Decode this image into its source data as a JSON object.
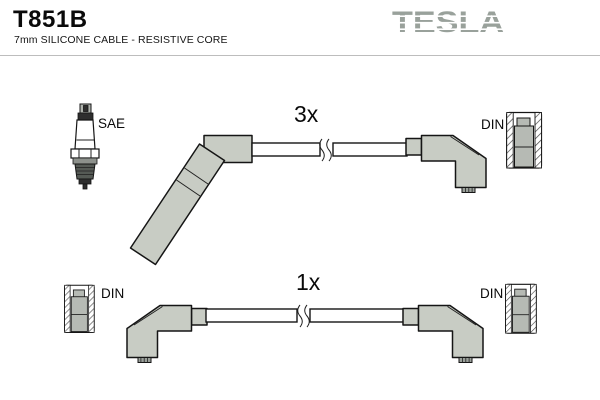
{
  "header": {
    "part_number": "T851B",
    "subtitle": "7mm SILICONE CABLE - RESISTIVE CORE",
    "brand": "TESLA"
  },
  "colors": {
    "boot_gray": "#c8ccc4",
    "inner_gray": "#b6bab4",
    "tip_gray": "#9aa09a",
    "brand_gray": "#99a19b",
    "line_gray": "#bdbdbd"
  },
  "rows": {
    "top": {
      "quantity": "3x",
      "left_label": "SAE",
      "right_label": "DIN"
    },
    "bottom": {
      "quantity": "1x",
      "left_label": "DIN",
      "right_label": "DIN"
    }
  }
}
